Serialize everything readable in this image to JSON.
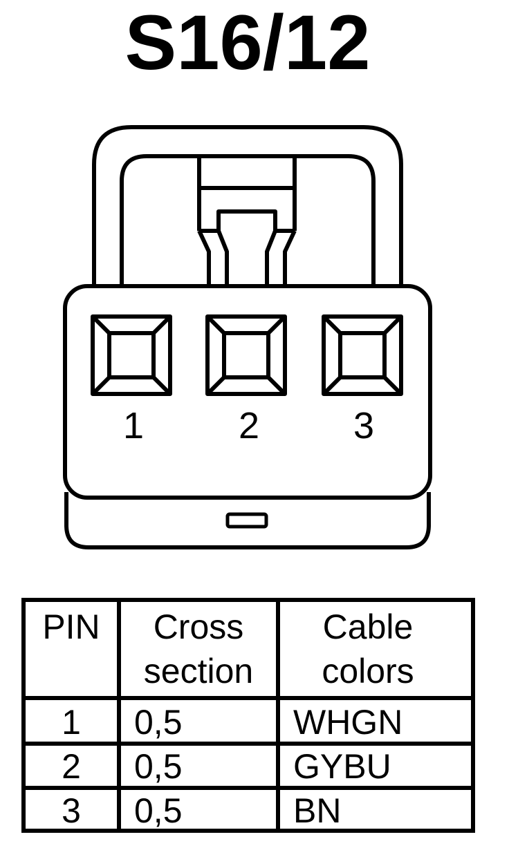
{
  "title": "S16/12",
  "connector": {
    "pin_labels": [
      "1",
      "2",
      "3"
    ]
  },
  "table": {
    "headers": {
      "pin": "PIN",
      "cross_section": [
        "Cross",
        "section"
      ],
      "cable_colors": [
        "Cable",
        "colors"
      ]
    },
    "rows": [
      {
        "pin": "1",
        "cross_section": "0,5",
        "color": "WHGN"
      },
      {
        "pin": "2",
        "cross_section": "0,5",
        "color": "GYBU"
      },
      {
        "pin": "3",
        "cross_section": "0,5",
        "color": "BN"
      }
    ]
  },
  "colors": {
    "line": "#000000",
    "background": "#ffffff"
  }
}
